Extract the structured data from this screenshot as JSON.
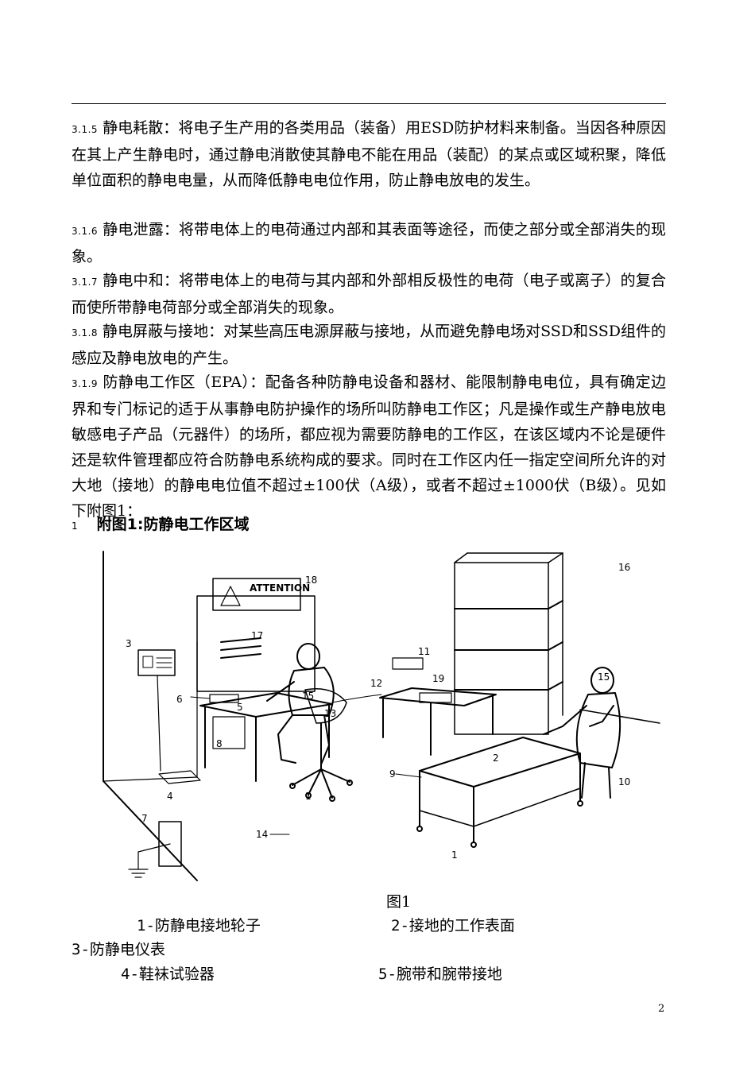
{
  "sections": [
    {
      "num": "3.1.5",
      "text": "静电耗散：将电子生产用的各类用品（装备）用ESD防护材料来制备。当因各种原因在其上产生静电时，通过静电消散使其静电不能在用品（装配）的某点或区域积聚，降低单位面积的静电电量，从而降低静电电位作用，防止静电放电的发生。"
    },
    {
      "num": "3.1.6",
      "text": "静电泄露：将带电体上的电荷通过内部和其表面等途径，而使之部分或全部消失的现象。"
    },
    {
      "num": "3.1.7",
      "text": "静电中和：将带电体上的电荷与其内部和外部相反极性的电荷（电子或离子）的复合而使所带静电荷部分或全部消失的现象。"
    },
    {
      "num": "3.1.8",
      "text": "静电屏蔽与接地：对某些高压电源屏蔽与接地，从而避免静电场对SSD和SSD组件的感应及静电放电的产生。"
    },
    {
      "num": "3.1.9",
      "text": "防静电工作区（EPA）：配备各种防静电设备和器材、能限制静电电位，具有确定边界和专门标记的适于从事静电防护操作的场所叫防静电工作区；凡是操作或生产静电放电敏感电子产品（元器件）的场所，都应视为需要防静电的工作区，在该区域内不论是硬件还是软件管理都应符合防静电系统构成的要求。同时在工作区内任一指定空间所允许的对大地（接地）的静电电位值不超过±100伏（A级），或者不超过±1000伏（B级）。见如下附图1："
    }
  ],
  "figure": {
    "heading_num": "1",
    "heading": "附图1:防静电工作区域",
    "sign_text": "ATTENTION",
    "callouts": [
      "18",
      "16",
      "3",
      "17",
      "11",
      "15",
      "12",
      "19",
      "6",
      "5",
      "15",
      "13",
      "8",
      "2",
      "9",
      "10",
      "4",
      "1",
      "7",
      "14",
      "1"
    ],
    "caption": "图1",
    "legend": [
      "1-防静电接地轮子",
      "2-接地的工作表面",
      "3-防静电仪表",
      "4-鞋袜试验器",
      "5-腕带和腕带接地"
    ]
  },
  "page_number": "2"
}
